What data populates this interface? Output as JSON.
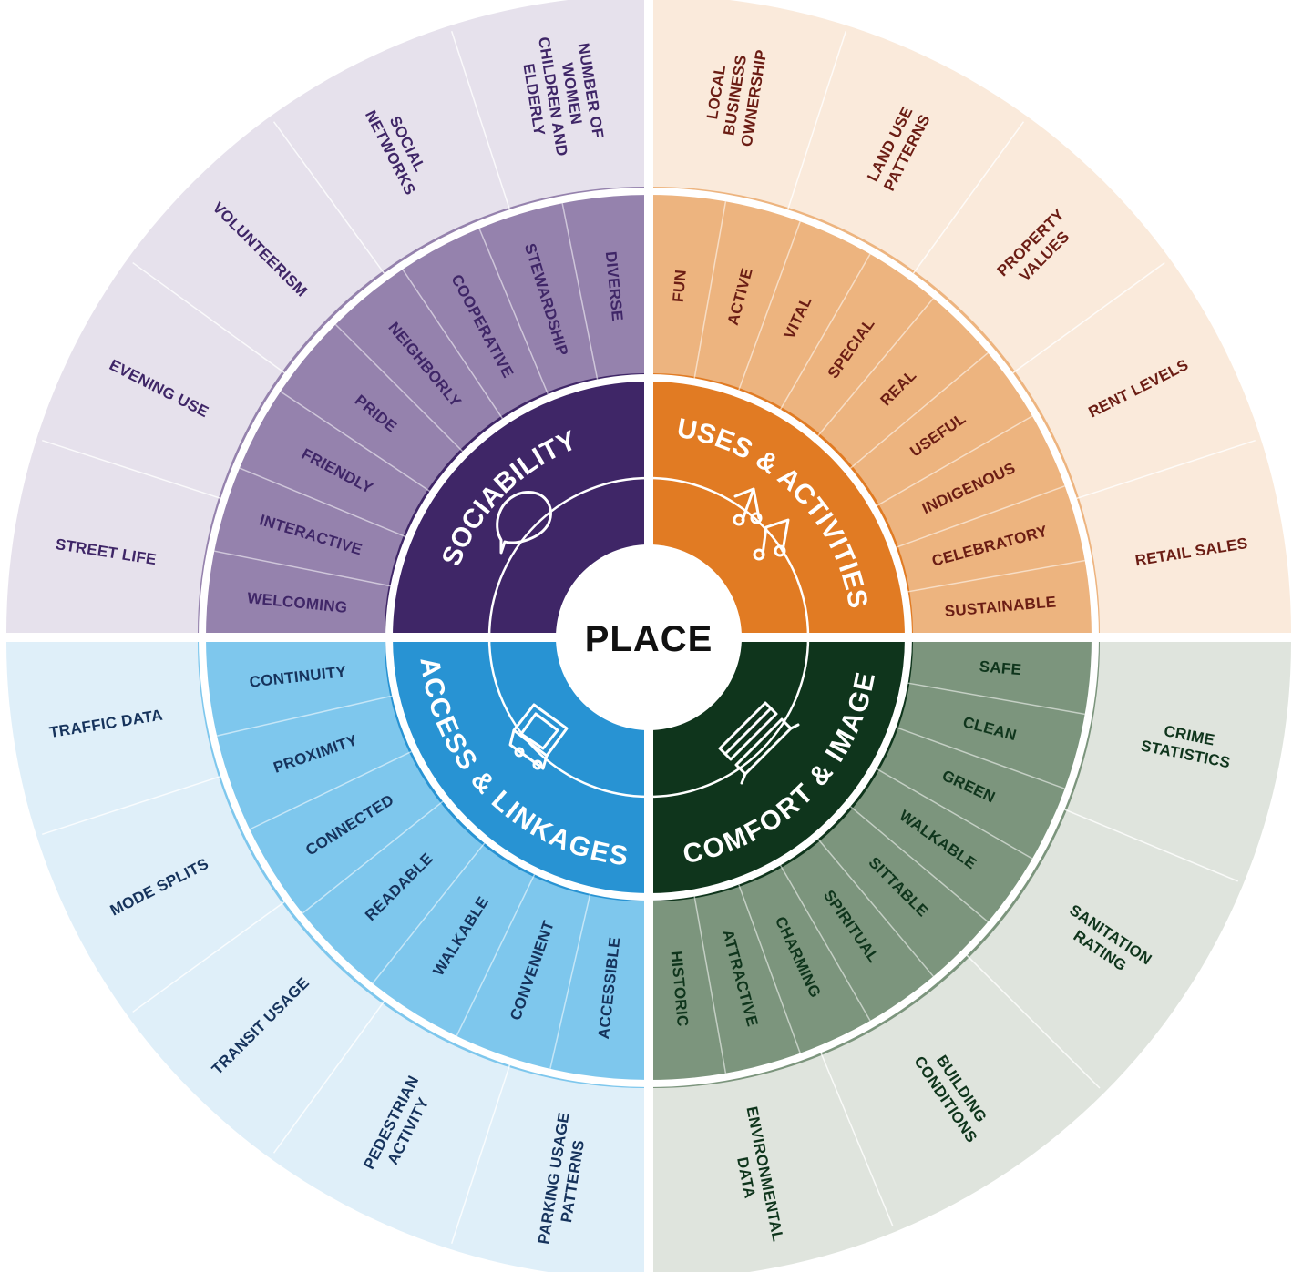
{
  "center": {
    "label": "PLACE"
  },
  "colors": {
    "gap": "#ffffff",
    "center_fill": "#ffffff",
    "center_text": "#111111"
  },
  "quadrants": [
    {
      "id": "sociability",
      "title": "SOCIABILITY",
      "icon": "speech-bubble-icon",
      "colors": {
        "core": "#3f2667",
        "inner": "#9582ad",
        "outer": "#e6e1ec",
        "inner_text": "#3f2667",
        "outer_text": "#3f2667",
        "title_text": "#ffffff"
      },
      "attributes": [
        "WELCOMING",
        "INTERACTIVE",
        "FRIENDLY",
        "PRIDE",
        "NEIGHBORLY",
        "COOPERATIVE",
        "STEWARDSHIP",
        "DIVERSE"
      ],
      "measurements": [
        "STREET LIFE",
        "EVENING USE",
        "VOLUNTEERISM",
        "SOCIAL NETWORKS",
        "NUMBER OF WOMEN CHILDREN AND ELDERLY"
      ]
    },
    {
      "id": "uses-activities",
      "title": "USES & ACTIVITIES",
      "icon": "music-notes-icon",
      "colors": {
        "core": "#e17b23",
        "inner": "#edb47f",
        "outer": "#faeadb",
        "inner_text": "#6b1d14",
        "outer_text": "#6b1d14",
        "title_text": "#ffffff"
      },
      "attributes": [
        "FUN",
        "ACTIVE",
        "VITAL",
        "SPECIAL",
        "REAL",
        "USEFUL",
        "INDIGENOUS",
        "CELEBRATORY",
        "SUSTAINABLE"
      ],
      "measurements": [
        "LOCAL BUSINESS OWNERSHIP",
        "LAND USE PATTERNS",
        "PROPERTY VALUES",
        "RENT LEVELS",
        "RETAIL SALES"
      ]
    },
    {
      "id": "comfort-image",
      "title": "COMFORT & IMAGE",
      "icon": "bench-icon",
      "colors": {
        "core": "#0f351c",
        "inner": "#7c957d",
        "outer": "#dfe4dd",
        "inner_text": "#0f351c",
        "outer_text": "#0f351c",
        "title_text": "#ffffff"
      },
      "attributes": [
        "SAFE",
        "CLEAN",
        "GREEN",
        "WALKABLE",
        "SITTABLE",
        "SPIRITUAL",
        "CHARMING",
        "ATTRACTIVE",
        "HISTORIC"
      ],
      "measurements": [
        "CRIME STATISTICS",
        "SANITATION RATING",
        "BUILDING CONDITIONS",
        "ENVIRONMENTAL DATA"
      ]
    },
    {
      "id": "access-linkages",
      "title": "ACCESS & LINKAGES",
      "icon": "bus-icon",
      "colors": {
        "core": "#2893d3",
        "inner": "#7ec7ed",
        "outer": "#dfeff9",
        "inner_text": "#16335c",
        "outer_text": "#16335c",
        "title_text": "#ffffff"
      },
      "attributes": [
        "ACCESSIBLE",
        "CONVENIENT",
        "WALKABLE",
        "READABLE",
        "CONNECTED",
        "PROXIMITY",
        "CONTINUITY"
      ],
      "measurements": [
        "PARKING USAGE PATTERNS",
        "PEDESTRIAN ACTIVITY",
        "TRANSIT USAGE",
        "MODE SPLITS",
        "TRAFFIC DATA"
      ]
    }
  ]
}
